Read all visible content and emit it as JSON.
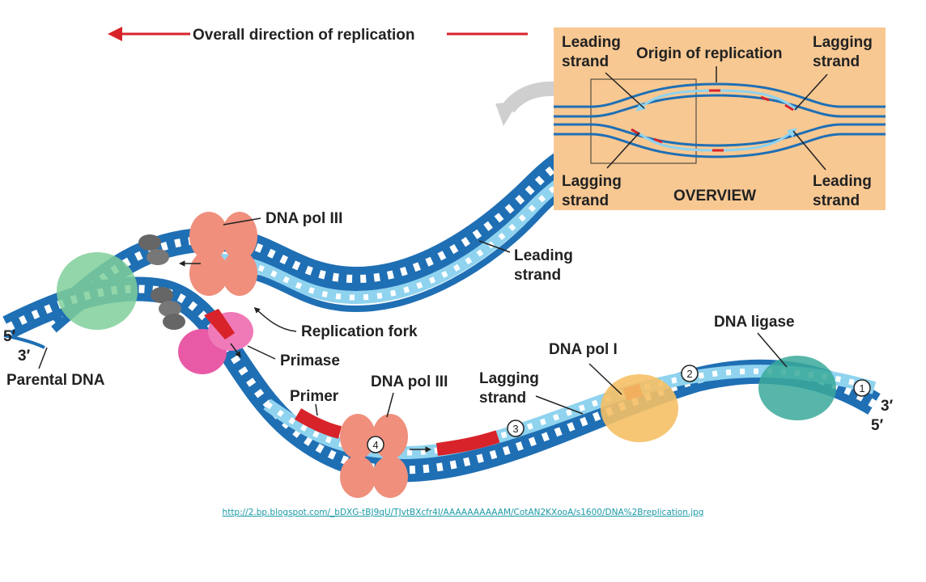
{
  "labels": {
    "direction": "Overall direction of replication",
    "dna_pol_iii_top": "DNA pol III",
    "leading_strand_1": "Leading",
    "leading_strand_2": "strand",
    "replication_fork": "Replication fork",
    "primase": "Primase",
    "parental_dna": "Parental DNA",
    "five_prime_left": "5′",
    "three_prime_left": "3′",
    "primer": "Primer",
    "dna_pol_iii_bottom": "DNA pol III",
    "lagging_strand_1": "Lagging",
    "lagging_strand_2": "strand",
    "dna_pol_i": "DNA pol I",
    "dna_ligase": "DNA ligase",
    "three_prime_right": "3′",
    "five_prime_right": "5′",
    "step_1": "1",
    "step_2": "2",
    "step_3": "3",
    "step_4": "4"
  },
  "overview": {
    "leading_tl_1": "Leading",
    "leading_tl_2": "strand",
    "origin": "Origin of replication",
    "lagging_tr_1": "Lagging",
    "lagging_tr_2": "strand",
    "lagging_bl_1": "Lagging",
    "lagging_bl_2": "strand",
    "title": "OVERVIEW",
    "leading_br_1": "Leading",
    "leading_br_2": "strand"
  },
  "source_url": "http://2.bp.blogspot.com/_bDXG-tBJ9qU/TJvtBXcfr4I/AAAAAAAAAAM/CotAN2KXooA/s1600/DNA%2Breplication.jpg",
  "colors": {
    "parental_strand": "#1f6fb4",
    "new_strand": "#8fd3ef",
    "primer": "#d8232a",
    "polymerase": "#ef8f7c",
    "primase": "#e85aa6",
    "helicase": "#6a6a6a",
    "ssb_protein": "#7fcf9a",
    "ligase": "#3aa99a",
    "dna_pol_i": "#f5c065",
    "overview_bg": "#f8c892",
    "arrow_red": "#d8232a"
  }
}
